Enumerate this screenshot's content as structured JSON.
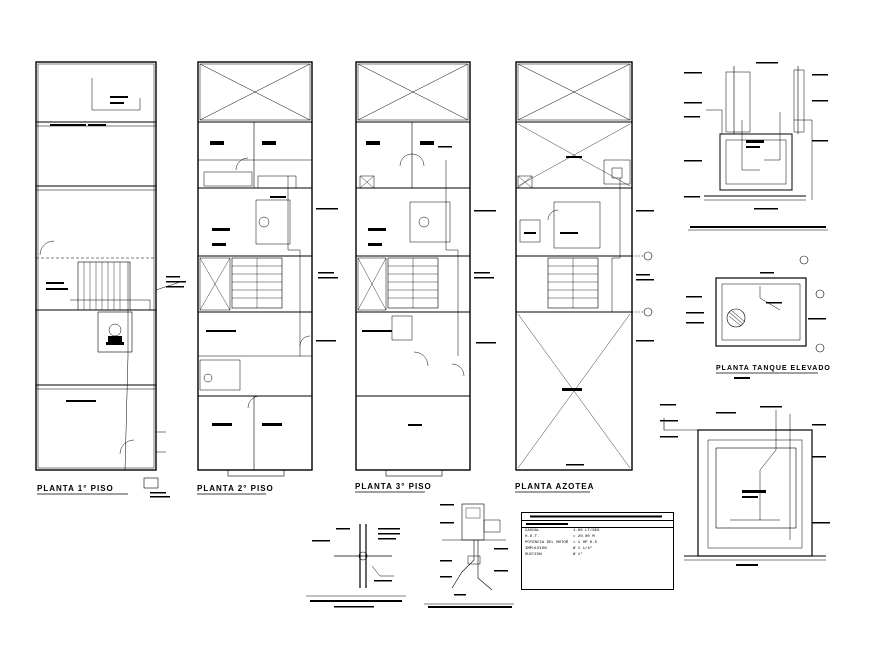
{
  "plans": [
    {
      "title": "PLANTA 1° PISO"
    },
    {
      "title": "PLANTA 2° PISO"
    },
    {
      "title": "PLANTA 3° PISO"
    },
    {
      "title": "PLANTA AZOTEA"
    }
  ],
  "tank_plan": {
    "title": "PLANTA TANQUE ELEVADO"
  },
  "pump_table": {
    "rows": [
      {
        "k": "CAUDAL",
        "v": "1.00 LT/SEG"
      },
      {
        "k": "H.D.T.",
        "v": "= 20.00 M"
      },
      {
        "k": "POTENCIA DEL MOTOR",
        "v": "= 1 HP  0.5"
      },
      {
        "k": "IMPULSION",
        "v": "Ø 1 1/4\""
      },
      {
        "k": "SUCCION",
        "v": "Ø 1\""
      }
    ]
  },
  "colors": {
    "line": "#000000",
    "background": "#ffffff"
  }
}
